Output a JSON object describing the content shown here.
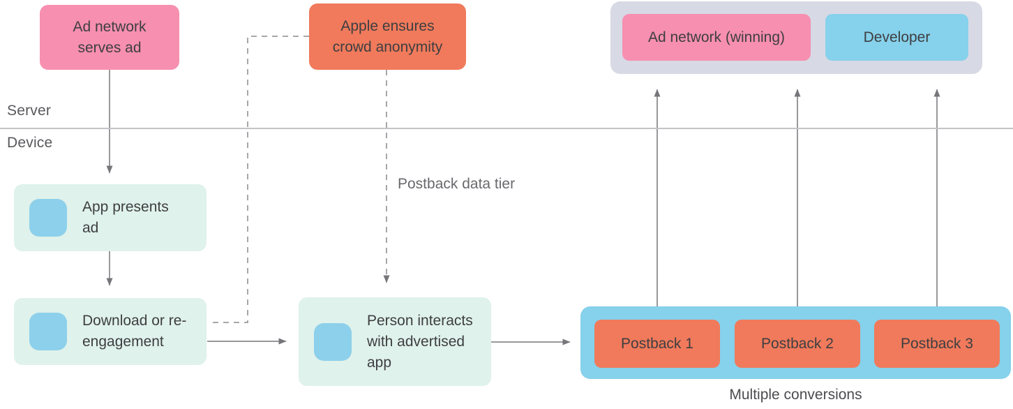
{
  "diagram": {
    "lanes": {
      "server_label": "Server",
      "device_label": "Device"
    },
    "nodes": {
      "ad_serves": {
        "label": "Ad network serves ad",
        "color": "#f78fb0"
      },
      "apple": {
        "label": "Apple ensures crowd anonymity",
        "color": "#f07a5b"
      },
      "ad_winning": {
        "label": "Ad network (winning)",
        "color": "#f78fb0"
      },
      "developer": {
        "label": "Developer",
        "color": "#86d1eb"
      },
      "app_presents": {
        "label": "App presents ad",
        "color": "#dff2eb"
      },
      "download": {
        "label": "Download or re-engagement",
        "color": "#dff2eb"
      },
      "person": {
        "label": "Person interacts with advertised app",
        "color": "#dff2eb"
      },
      "postback_1": {
        "label": "Postback 1",
        "color": "#f07a5b"
      },
      "postback_2": {
        "label": "Postback 2",
        "color": "#f07a5b"
      },
      "postback_3": {
        "label": "Postback 3",
        "color": "#f07a5b"
      }
    },
    "groups": {
      "server_group_color": "#d7d9e5",
      "conversions_group_color": "#86d1eb"
    },
    "annotations": {
      "postback_tier": "Postback data tier",
      "multiple_conversions": "Multiple conversions"
    },
    "icons": {
      "app_icon_color": "#8dd0eb"
    },
    "lines": {
      "arrow_color": "#76767a",
      "dashed_color": "#8a8a8e",
      "lane_divider_color": "#c2c2c7"
    }
  }
}
